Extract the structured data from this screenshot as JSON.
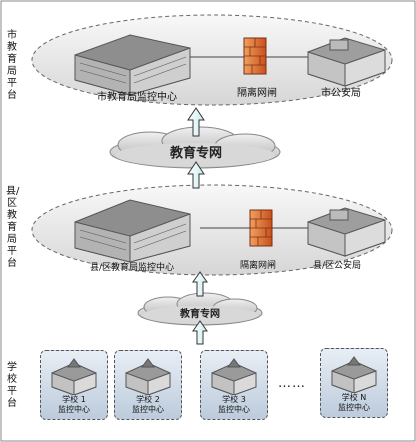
{
  "levels": {
    "city": {
      "side_label": "市教育局平台",
      "center": "市教育局监控中心",
      "gateway": "隔离网闸",
      "police": "市公安局"
    },
    "county": {
      "side_label": "县/区教育局平台",
      "center": "县/区教育局监控中心",
      "gateway": "隔离网闸",
      "police": "县/区公安局"
    },
    "school": {
      "side_label": "学校平台"
    }
  },
  "networks": {
    "upper": "教育专网",
    "lower": "教育专网"
  },
  "schools": [
    {
      "name": "学校 1",
      "sub": "监控中心"
    },
    {
      "name": "学校 2",
      "sub": "监控中心"
    },
    {
      "name": "学校 3",
      "sub": "监控中心"
    },
    {
      "name": "学校 N",
      "sub": "监控中心"
    }
  ],
  "ellipsis": "……",
  "colors": {
    "ellipse": "#e6e6e6",
    "arrow": "#dff4f6",
    "firewall": "#e8732a",
    "cloud": "#cfcfcf"
  }
}
